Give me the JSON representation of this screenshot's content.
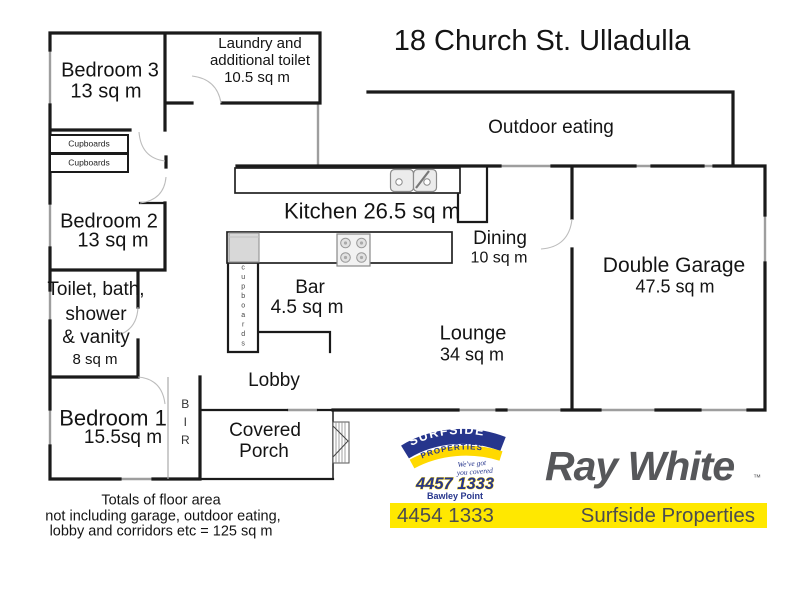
{
  "title": "18 Church St. Ulladulla",
  "rooms": {
    "bedroom3": {
      "name": "Bedroom 3",
      "area": "13 sq m"
    },
    "laundry": {
      "lines": [
        "Laundry and",
        "additional toilet",
        "10.5 sq m"
      ]
    },
    "outdoor_eating": {
      "name": "Outdoor eating"
    },
    "kitchen": {
      "name": "Kitchen 26.5 sq m"
    },
    "dining": {
      "name": "Dining",
      "area": "10 sq m"
    },
    "double_garage": {
      "name": "Double Garage",
      "area": "47.5 sq m"
    },
    "bedroom2": {
      "name": "Bedroom 2",
      "area": "13 sq m"
    },
    "toilet": {
      "lines": [
        "Toilet, bath,",
        "shower",
        "& vanity"
      ],
      "area": "8 sq m"
    },
    "bar": {
      "name": "Bar",
      "area": "4.5 sq m"
    },
    "lounge": {
      "name": "Lounge",
      "area": "34 sq m"
    },
    "lobby": {
      "name": "Lobby"
    },
    "bedroom1": {
      "name": "Bedroom 1",
      "area": "15.5sq m"
    },
    "covered_porch": {
      "lines": [
        "Covered",
        "Porch"
      ]
    },
    "bir": {
      "name": "BIR"
    },
    "cupboards_top": {
      "label": "Cupboards"
    },
    "cupboards_bottom": {
      "label": "Cupboards"
    },
    "kitchen_cupboards": {
      "label": "cupboards"
    }
  },
  "footnote": {
    "lines": [
      "Totals of floor area",
      "not including garage, outdoor eating,",
      "lobby and corridors etc = 125 sq m"
    ]
  },
  "branding": {
    "surfside_logo": {
      "name_top": "SURFSIDE",
      "name_bottom": "PROPERTIES",
      "tagline_line1": "We've got",
      "tagline_line2": "you covered",
      "phone": "4457 1333",
      "location": "Bawley Point"
    },
    "ray_white": {
      "wordmark": "Ray White",
      "trademark": "™"
    },
    "footer_bar": {
      "phone": "4454 1333",
      "agency": "Surfside Properties"
    }
  },
  "colors": {
    "wall": "#1a1a1a",
    "window": "#9e9e9e",
    "footer_yellow": "#FFE800",
    "logo_blue": "#26358C",
    "logo_yellow": "#FFD900",
    "ray_white_gray": "#56575A"
  }
}
